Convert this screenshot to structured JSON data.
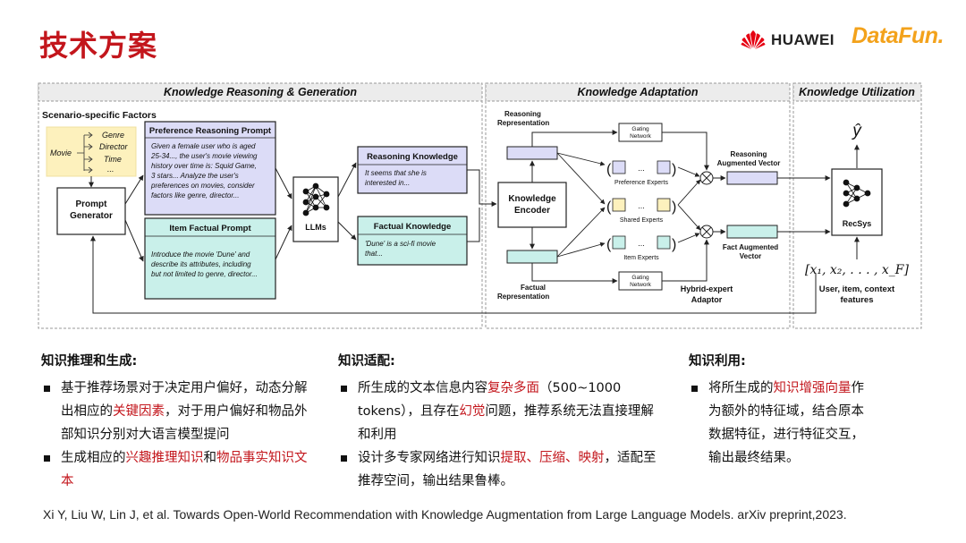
{
  "slide": {
    "title": "技术方案"
  },
  "logos": {
    "huawei": "HUAWEI",
    "datafun": "DataFun."
  },
  "diagram": {
    "sections": {
      "reasoning": "Knowledge Reasoning & Generation",
      "adaptation": "Knowledge Adaptation",
      "utilization": "Knowledge Utilization"
    },
    "scenario_label": "Scenario-specific Factors",
    "factors": {
      "movie": "Movie",
      "items": [
        "Genre",
        "Director",
        "Time",
        "..."
      ]
    },
    "prompt_generator": [
      "Prompt",
      "Generator"
    ],
    "preference_prompt": {
      "title": "Preference Reasoning Prompt",
      "lines": [
        "Given a female user who is aged",
        "25-34..., the user's movie viewing",
        "history over time is: Squid Game,",
        "3 stars... Analyze the user's",
        "preferences on movies, consider",
        "factors like genre, director..."
      ]
    },
    "item_prompt": {
      "title": "Item Factual Prompt",
      "lines": [
        "Introduce the movie 'Dune' and",
        "describe its attributes, including",
        "but not limited to genre, director..."
      ]
    },
    "llms_label": "LLMs",
    "reasoning_knowledge": {
      "title": "Reasoning Knowledge",
      "lines": [
        "It seems that she is",
        "interested in..."
      ]
    },
    "factual_knowledge": {
      "title": "Factual Knowledge",
      "lines": [
        "'Dune' is a sci-fi movie",
        "that..."
      ]
    },
    "reasoning_rep": [
      "Reasoning",
      "Representation"
    ],
    "factual_rep": [
      "Factual",
      "Representation"
    ],
    "encoder": [
      "Knowledge",
      "Encoder"
    ],
    "gating": [
      "Gating",
      "Network"
    ],
    "ellipsis": "...",
    "experts": {
      "preference": "Preference Experts",
      "shared": "Shared Experts",
      "item": "Item Experts"
    },
    "reasoning_vec": [
      "Reasoning",
      "Augmented Vector"
    ],
    "fact_vec": [
      "Fact Augmented",
      "Vector"
    ],
    "hybrid": [
      "Hybrid-expert",
      "Adaptor"
    ],
    "yhat": "ŷ",
    "recsys": "RecSys",
    "features_formula": "[x₁, x₂, . . . , x_F]",
    "features_label": [
      "User, item, context",
      "features"
    ]
  },
  "sections": [
    {
      "heading": "知识推理和生成:",
      "bullets": [
        [
          {
            "t": "基于推荐场景对于决定用户偏好，动态分解出相应的"
          },
          {
            "t": "关键因素",
            "hl": true
          },
          {
            "t": "，对于用户偏好和物品外部知识分别对大语言模型提问"
          }
        ],
        [
          {
            "t": "生成相应的"
          },
          {
            "t": "兴趣推理知识",
            "hl": true
          },
          {
            "t": "和"
          },
          {
            "t": "物品事实知识文本",
            "hl": true
          }
        ]
      ]
    },
    {
      "heading": "知识适配:",
      "bullets": [
        [
          {
            "t": "所生成的文本信息内容"
          },
          {
            "t": "复杂多面",
            "hl": true
          },
          {
            "t": "（500~1000 tokens），且存在"
          },
          {
            "t": "幻觉",
            "hl": true
          },
          {
            "t": "问题，推荐系统无法直接理解和利用"
          }
        ],
        [
          {
            "t": "设计多专家网络进行知识"
          },
          {
            "t": "提取、压缩、映射",
            "hl": true
          },
          {
            "t": "，适配至推荐空间，输出结果鲁棒。"
          }
        ]
      ]
    },
    {
      "heading": "知识利用:",
      "bullets": [
        [
          {
            "t": "将所生成的"
          },
          {
            "t": "知识增强向量",
            "hl": true
          },
          {
            "t": "作为额外的特征域，结合原本数据特征，进行特征交互，输出最终结果。"
          }
        ]
      ]
    }
  ],
  "citation": "Xi Y, Liu W, Lin J, et al. Towards Open-World Recommendation with Knowledge Augmentation from Large Language Models. arXiv preprint,2023.",
  "colors": {
    "title_red": "#c3161c",
    "purple_box": "#dcdcf7",
    "teal_box": "#c9f0ea",
    "datafun_orange": "#f3a21b",
    "huawei_red": "#e60012"
  }
}
